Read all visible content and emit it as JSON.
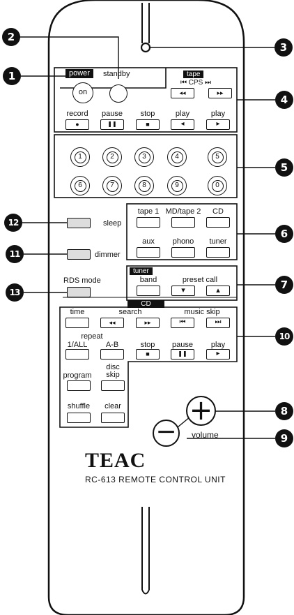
{
  "power": {
    "tag": "power",
    "standby": "standby",
    "on": "on"
  },
  "tape": {
    "tag": "tape",
    "cps": "⏮ CPS ⏭",
    "rew": "◂◂",
    "ff": "▸▸"
  },
  "transport": {
    "labels": [
      "record",
      "pause",
      "stop",
      "play",
      "play"
    ],
    "symbols": [
      "●",
      "❚❚",
      "■",
      "◂",
      "▸"
    ]
  },
  "numbers": [
    "1",
    "2",
    "3",
    "4",
    "5",
    "6",
    "7",
    "8",
    "9",
    "0"
  ],
  "sources": {
    "row1": [
      "tape 1",
      "MD/tape 2",
      "CD"
    ],
    "row2": [
      "aux",
      "phono",
      "tuner"
    ]
  },
  "side": {
    "sleep": "sleep",
    "dimmer": "dimmer",
    "rds": "RDS mode"
  },
  "tuner": {
    "tag": "tuner",
    "band": "band",
    "preset": "preset call",
    "down": "▾",
    "up": "▴"
  },
  "cd": {
    "tag": "CD",
    "row1_labels": [
      "time",
      "search",
      "music skip"
    ],
    "row1_symbols": [
      "",
      "◂◂",
      "▸▸",
      "⏮",
      "⏭"
    ],
    "repeat": "repeat",
    "row2_labels": [
      "1/ALL",
      "A-B",
      "stop",
      "pause",
      "play"
    ],
    "row2_symbols": [
      "",
      "",
      "■",
      "❚❚",
      "▸"
    ],
    "program": "program",
    "disc_skip": "disc\nskip",
    "shuffle": "shuffle",
    "clear": "clear"
  },
  "volume": {
    "label": "volume",
    "plus": "+",
    "minus": "−"
  },
  "brand": {
    "name": "TEAC",
    "model": "RC-613 REMOTE CONTROL UNIT"
  },
  "callouts": [
    "1",
    "2",
    "3",
    "4",
    "5",
    "6",
    "7",
    "8",
    "9",
    "10",
    "11",
    "12",
    "13"
  ]
}
